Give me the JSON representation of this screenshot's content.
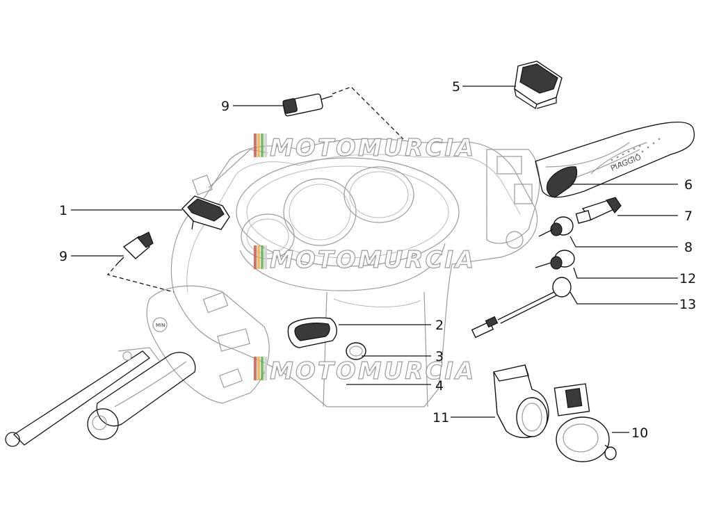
{
  "watermark": {
    "text": "MOTOMURCIA",
    "colors": [
      "#d9534f",
      "#f0ad4e",
      "#5cb85c",
      "#9b9b9b"
    ]
  },
  "brand_on_grip": "PIAGGIO",
  "emblem_text": "MIN",
  "callouts": [
    {
      "id": "c1",
      "label": "1"
    },
    {
      "id": "c2",
      "label": "2"
    },
    {
      "id": "c3",
      "label": "3"
    },
    {
      "id": "c4",
      "label": "4"
    },
    {
      "id": "c5",
      "label": "5"
    },
    {
      "id": "c6",
      "label": "6"
    },
    {
      "id": "c7",
      "label": "7"
    },
    {
      "id": "c8",
      "label": "8"
    },
    {
      "id": "c9a",
      "label": "9"
    },
    {
      "id": "c9b",
      "label": "9"
    },
    {
      "id": "c10",
      "label": "10"
    },
    {
      "id": "c11",
      "label": "11"
    },
    {
      "id": "c12",
      "label": "12"
    },
    {
      "id": "c13",
      "label": "13"
    }
  ]
}
